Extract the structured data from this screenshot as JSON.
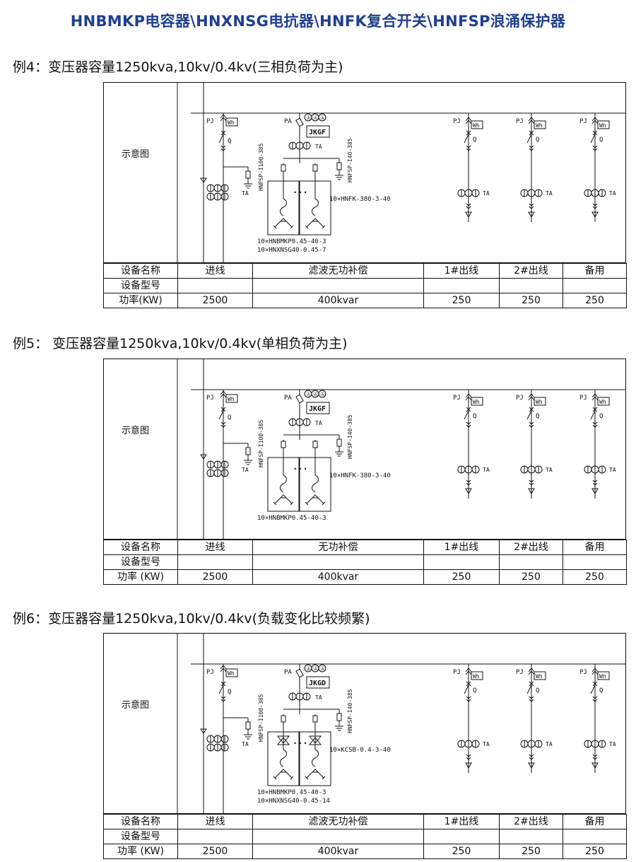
{
  "page_title": "HNBMKP电容器\\HNXNSG电抗器\\HNFK复合开关\\HNFSP浪涌保护器",
  "examples": [
    {
      "heading": "例4：变压器容量1250kva,10kv/0.4kv(三相负荷为主)",
      "diagram": {
        "label": "示意图",
        "switch_label": "JKGF",
        "arrester_left": "HNFSP-I100-385",
        "arrester_right": "HNFSP-I40-385",
        "switch_model": "10×HNFK-380-3-40",
        "capacitor_model_1": "10×HNBMKP0.45-40-3",
        "capacitor_model_2": "10×HNXNSG40-0.45-7"
      },
      "table": {
        "row_labels": [
          "设备名称",
          "设备型号",
          "功率(KW)"
        ],
        "names": [
          "进线",
          "滤波无功补偿",
          "1#出线",
          "2#出线",
          "备用"
        ],
        "powers": [
          "2500",
          "400kvar",
          "250",
          "250",
          "250"
        ]
      }
    },
    {
      "heading": "例5： 变压器容量1250kva,10kv/0.4kv(单相负荷为主)",
      "diagram": {
        "label": "示意图",
        "switch_label": "JKGF",
        "arrester_left": "HNFSP-I100-385",
        "arrester_right": "HNFSP-I40-385",
        "switch_model": "10×HNFK-380-3-40",
        "capacitor_model_1": "10×HNBMKP0.45-40-3",
        "capacitor_model_2": ""
      },
      "table": {
        "row_labels": [
          "设备名称",
          "设备型号",
          "功率 (KW)"
        ],
        "names": [
          "进线",
          "无功补偿",
          "1#出线",
          "2#出线",
          "备用"
        ],
        "powers": [
          "2500",
          "400kvar",
          "250",
          "250",
          "250"
        ]
      }
    },
    {
      "heading": "例6：变压器容量1250kva,10kv/0.4kv(负载变化比较频繁)",
      "diagram": {
        "label": "示意图",
        "switch_label": "JKGD",
        "arrester_left": "HNFSP-I100-385",
        "arrester_right": "HNFSP-I40-385",
        "switch_model": "10×KCSB-0.4-3-40",
        "capacitor_model_1": "10×HNBMKP0.45-40-3",
        "capacitor_model_2": "10×HNXNSG40-0.45-14"
      },
      "table": {
        "row_labels": [
          "设备名称",
          "设备型号",
          "功率 (KW)"
        ],
        "names": [
          "进线",
          "滤波无功补偿",
          "1#出线",
          "2#出线",
          "备用"
        ],
        "powers": [
          "2500",
          "400kvar",
          "250",
          "250",
          "250"
        ]
      }
    }
  ],
  "symbols": {
    "meter": "Wh",
    "ammeter": "Ⓐ",
    "dots": "···",
    "pj": "PJ",
    "pa": "PA",
    "q": "Q",
    "ta": "TA"
  }
}
